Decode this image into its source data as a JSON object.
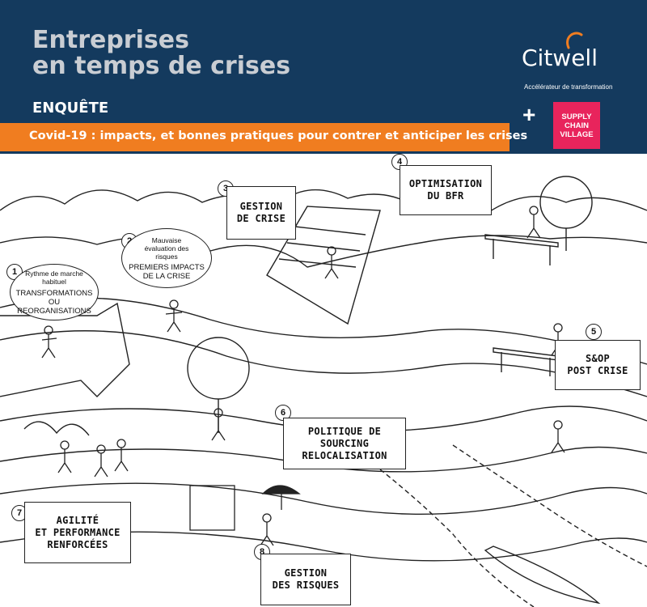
{
  "header": {
    "title_line1": "Entreprises",
    "title_line2": "en temps de crises",
    "enquete": "ENQUÊTE",
    "subtitle": "Covid-19 : impacts, et bonnes pratiques pour contrer et anticiper les crises",
    "citwell": "Citwell",
    "citwell_tagline": "Accélérateur de transformation",
    "plus": "+",
    "scv_line1": "SUPPLY",
    "scv_line2": "CHAIN",
    "scv_line3": "VILLAGE"
  },
  "colors": {
    "header_bg": "#143a5e",
    "orange": "#f07d20",
    "scv_pink": "#e8245c"
  },
  "steps": [
    {
      "num": "1",
      "small": "Rythme de marche habituel",
      "big": "TRANSFORMATIONS OU REORGANISATIONS"
    },
    {
      "num": "2",
      "small": "Mauvaise évaluation des risques",
      "big": "PREMIERS IMPACTS DE LA CRISE"
    },
    {
      "num": "3",
      "line1": "GESTION",
      "line2": "DE CRISE"
    },
    {
      "num": "4",
      "line1": "OPTIMISATION",
      "line2": "DU BFR"
    },
    {
      "num": "5",
      "line1": "S&OP",
      "line2": "POST CRISE"
    },
    {
      "num": "6",
      "line1": "POLITIQUE DE SOURCING",
      "line2": "RELOCALISATION"
    },
    {
      "num": "7",
      "line1": "AGILITÉ",
      "line2": "ET PERFORMANCE",
      "line3": "RENFORCÉES"
    },
    {
      "num": "8",
      "line1": "GESTION",
      "line2": "DES RISQUES"
    }
  ]
}
